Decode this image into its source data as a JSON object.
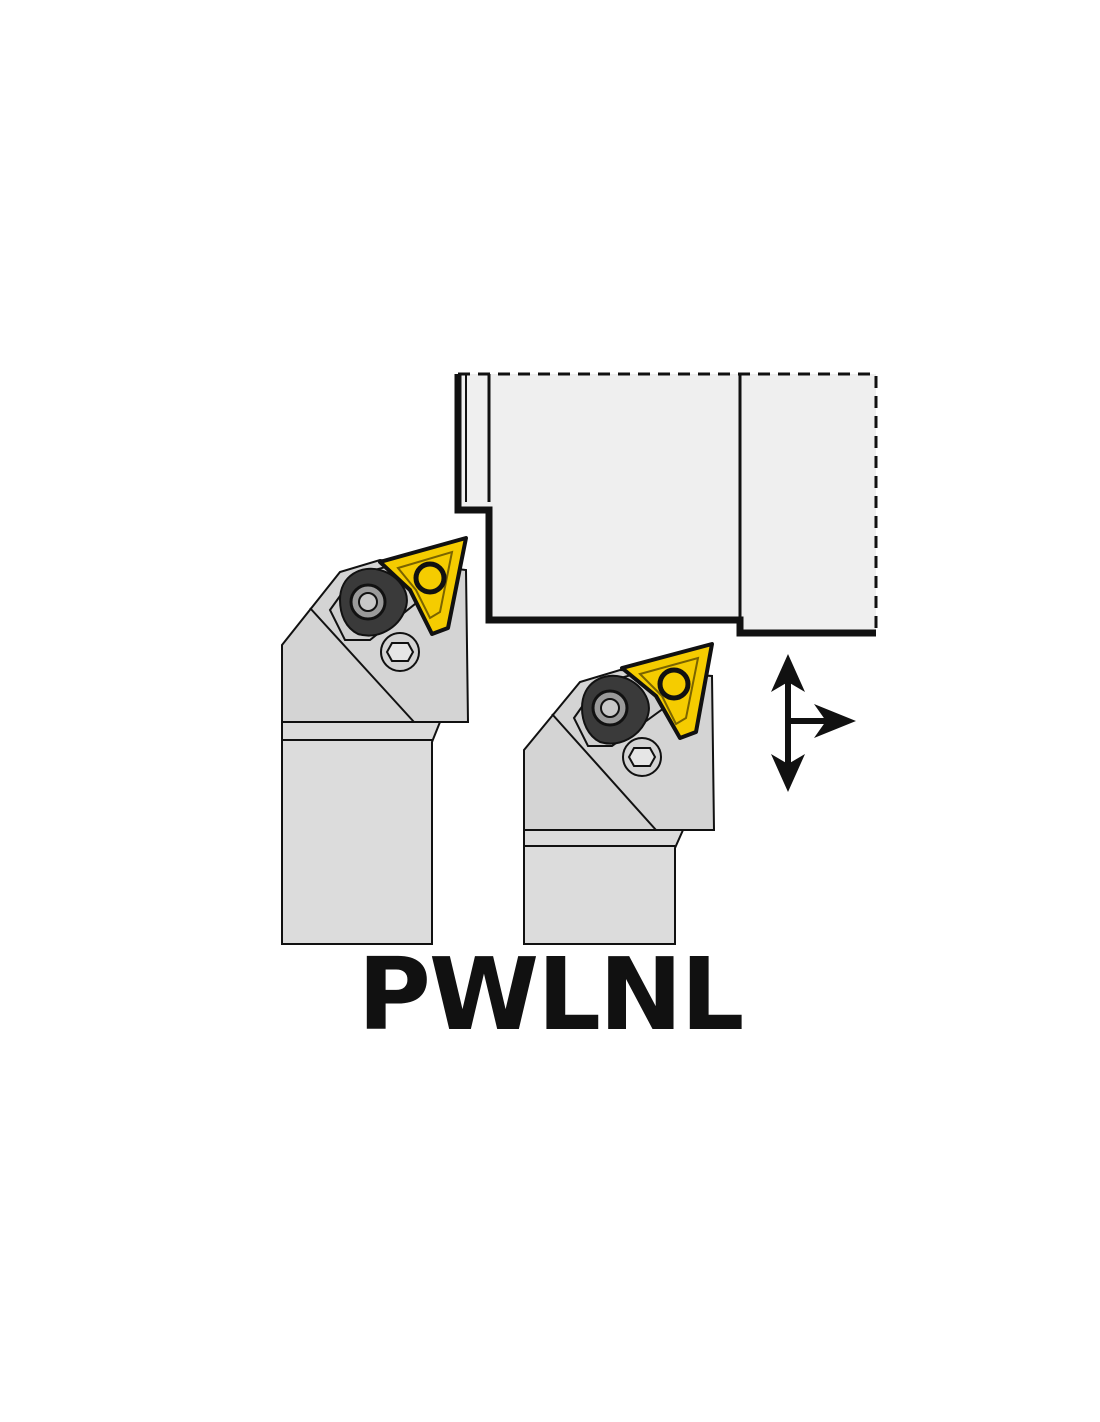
{
  "model_code": "PWLNL",
  "colors": {
    "background": "#ffffff",
    "workpiece_fill": "#efefef",
    "holder_fill": "#dcdcdc",
    "holder_shade": "#cfcfcf",
    "insert_yellow": "#f5cc00",
    "insert_dark": "#222222",
    "outline": "#111111"
  },
  "icons": {
    "workpiece": "workpiece-profile",
    "holder": "tool-holder-shank",
    "insert": "trigon-insert",
    "clamp": "lever-clamp",
    "screw": "hex-socket-screw",
    "arrows": "feed-direction-arrows"
  }
}
